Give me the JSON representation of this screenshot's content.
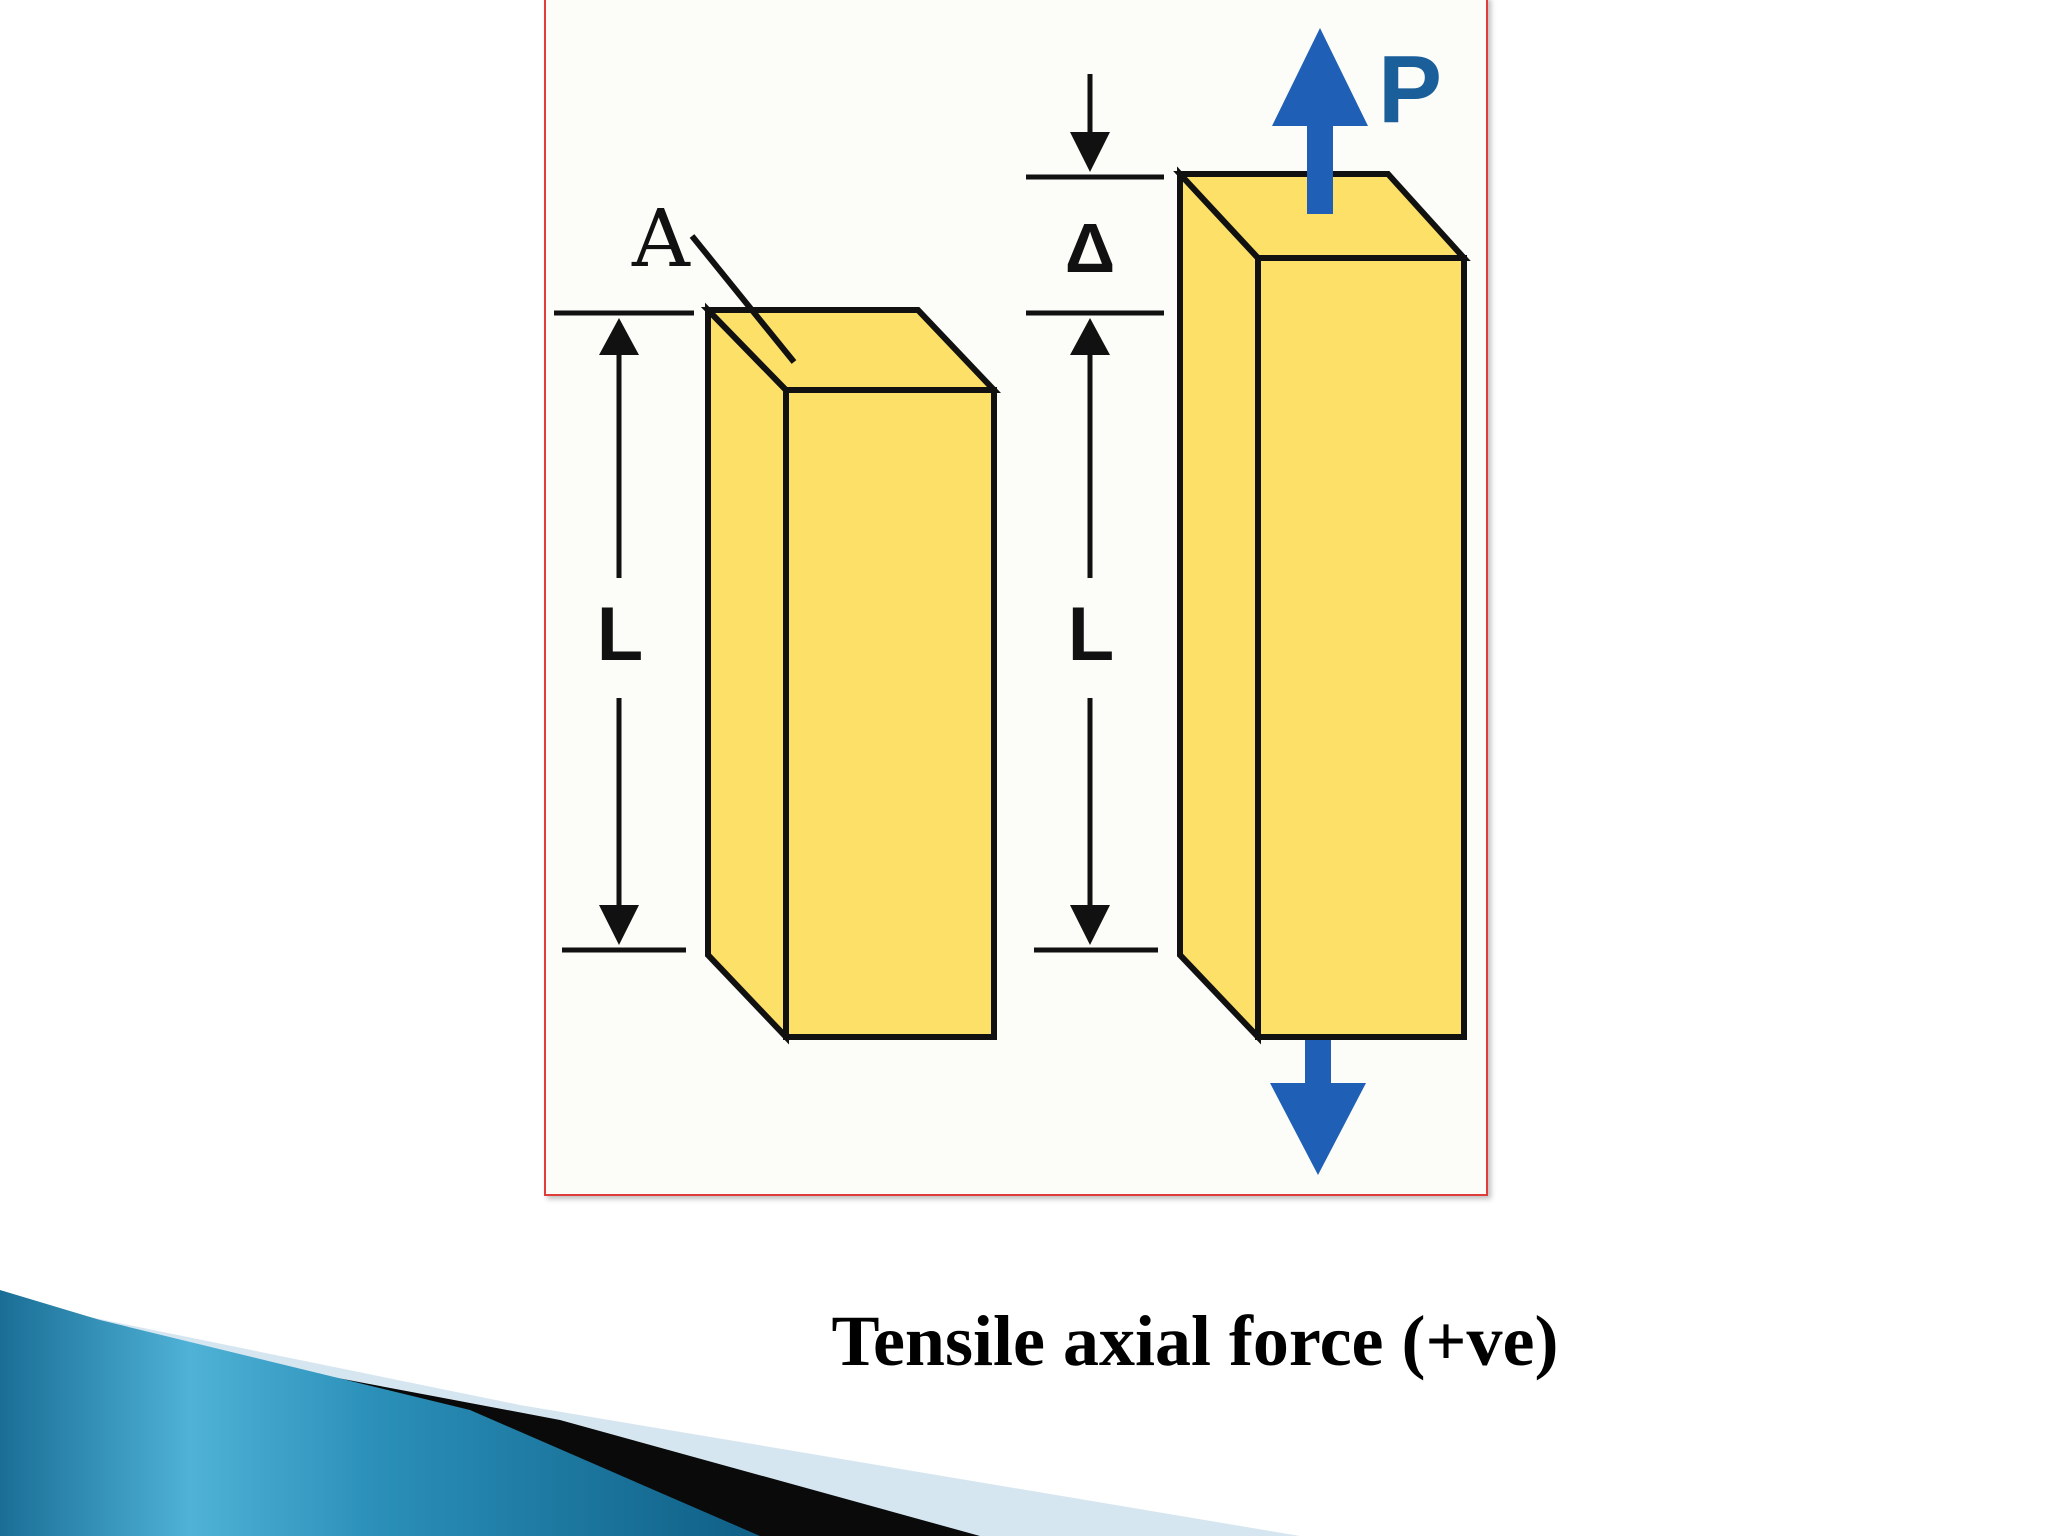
{
  "figure": {
    "label_area": "A",
    "label_length_left": "L",
    "label_length_right": "L",
    "label_elongation": "Δ",
    "label_force": "P"
  },
  "caption": "Tensile axial force (+ve)",
  "colors": {
    "bar_fill": "#fde068",
    "force_arrow": "#1f5fb5",
    "force_label": "#1a5e9a",
    "frame_border": "#e03c3c",
    "outline": "#111111"
  }
}
